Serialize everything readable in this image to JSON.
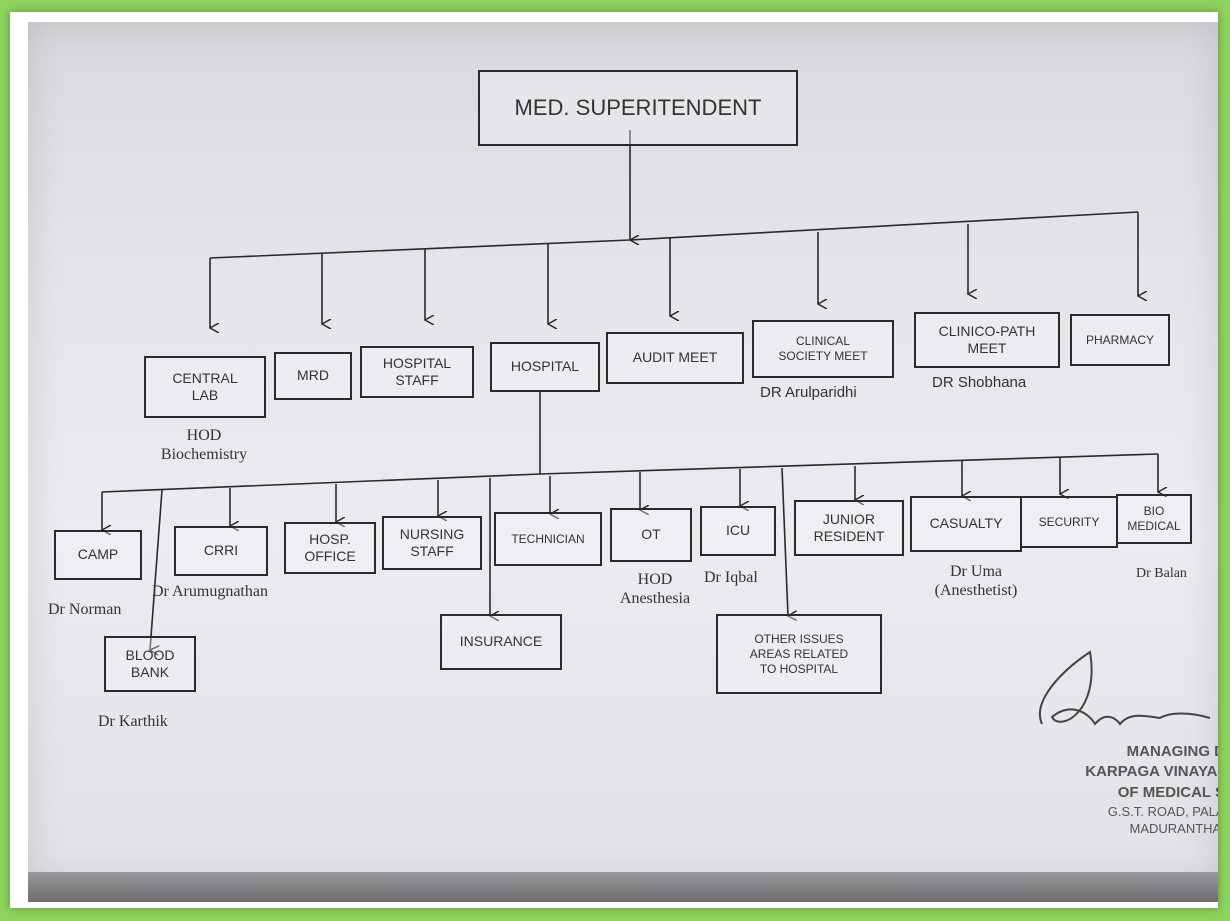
{
  "root": {
    "label": "MED. SUPERITENDENT"
  },
  "level1": [
    {
      "id": "central-lab",
      "label": "CENTRAL\nLAB",
      "note": "HOD\nBiochemistry"
    },
    {
      "id": "mrd",
      "label": "MRD",
      "note": ""
    },
    {
      "id": "hospital-staff",
      "label": "HOSPITAL\nSTAFF",
      "note": ""
    },
    {
      "id": "hospital",
      "label": "HOSPITAL",
      "note": ""
    },
    {
      "id": "audit-meet",
      "label": "AUDIT MEET",
      "note": ""
    },
    {
      "id": "clinical-society-meet",
      "label": "CLINICAL\nSOCIETY MEET",
      "note": "DR Arulparidhi"
    },
    {
      "id": "clinico-path-meet",
      "label": "CLINICO-PATH\nMEET",
      "note": "DR Shobhana"
    },
    {
      "id": "pharmacy",
      "label": "PHARMACY",
      "note": ""
    }
  ],
  "level2": [
    {
      "id": "camp",
      "label": "CAMP",
      "note": "Dr Norman"
    },
    {
      "id": "blood-bank",
      "label": "BLOOD\nBANK",
      "note": "Dr Karthik"
    },
    {
      "id": "crri",
      "label": "CRRI",
      "note": "Dr Arumugnathan"
    },
    {
      "id": "hosp-office",
      "label": "HOSP.\nOFFICE",
      "note": ""
    },
    {
      "id": "nursing-staff",
      "label": "NURSING\nSTAFF",
      "note": ""
    },
    {
      "id": "insurance",
      "label": "INSURANCE",
      "note": ""
    },
    {
      "id": "technician",
      "label": "TECHNICIAN",
      "note": ""
    },
    {
      "id": "ot",
      "label": "OT",
      "note": "HOD\nAnesthesia"
    },
    {
      "id": "icu",
      "label": "ICU",
      "note": "Dr Iqbal"
    },
    {
      "id": "other-issues",
      "label": "OTHER ISSUES\nAREAS RELATED\nTO HOSPITAL",
      "note": ""
    },
    {
      "id": "junior-resident",
      "label": "JUNIOR\nRESIDENT",
      "note": ""
    },
    {
      "id": "casualty",
      "label": "CASUALTY",
      "note": "Dr Uma\n(Anesthetist)"
    },
    {
      "id": "security",
      "label": "SECURITY",
      "note": ""
    },
    {
      "id": "bio-medical",
      "label": "BIO\nMEDICAL",
      "note": "Dr Balan"
    }
  ],
  "stamp": {
    "line1": "MANAGING DIR",
    "line2": "KARPAGA VINAYAGA",
    "line3": "OF MEDICAL SCI",
    "line4": "G.S.T. ROAD, PALAYA",
    "line5": "MADURANTHAGA"
  },
  "colors": {
    "frame": "#8fd35f",
    "ink": "#2a2a2a",
    "paper": "#e6e5ea"
  }
}
